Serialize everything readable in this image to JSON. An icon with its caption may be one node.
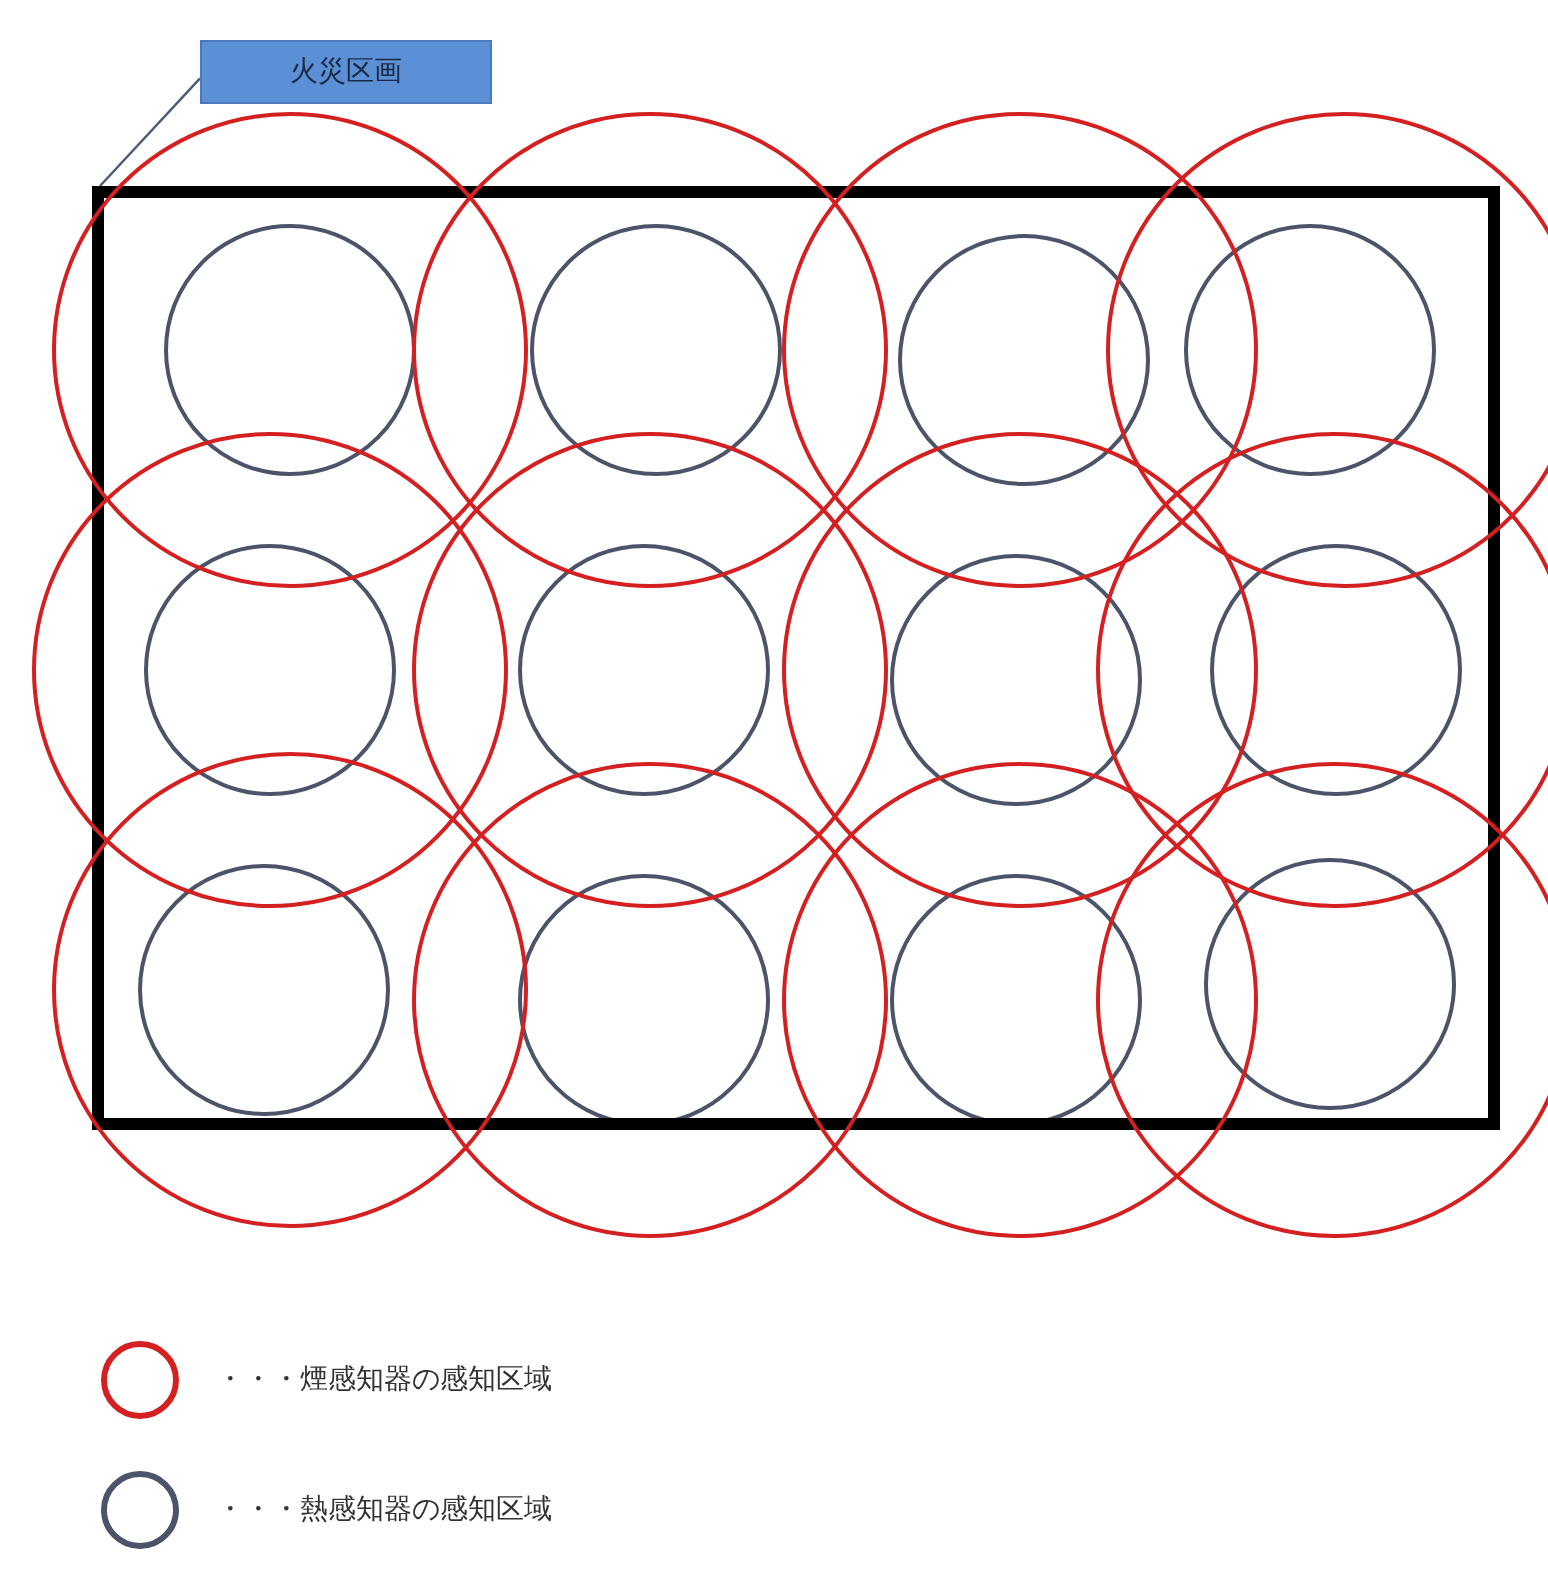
{
  "diagram": {
    "nodes": [
      {
        "text": [
          "火災区画"
        ]
      },
      {
        "text": [],
        "shape": "box"
      }
    ],
    "edges": [
      {
        "from": 0,
        "to": 1,
        "arrow": "none"
      }
    ],
    "legend": [
      {
        "text": "・・・煙感知器の感知区域"
      },
      {
        "text": "・・・熱感知器の感知区域"
      }
    ]
  }
}
